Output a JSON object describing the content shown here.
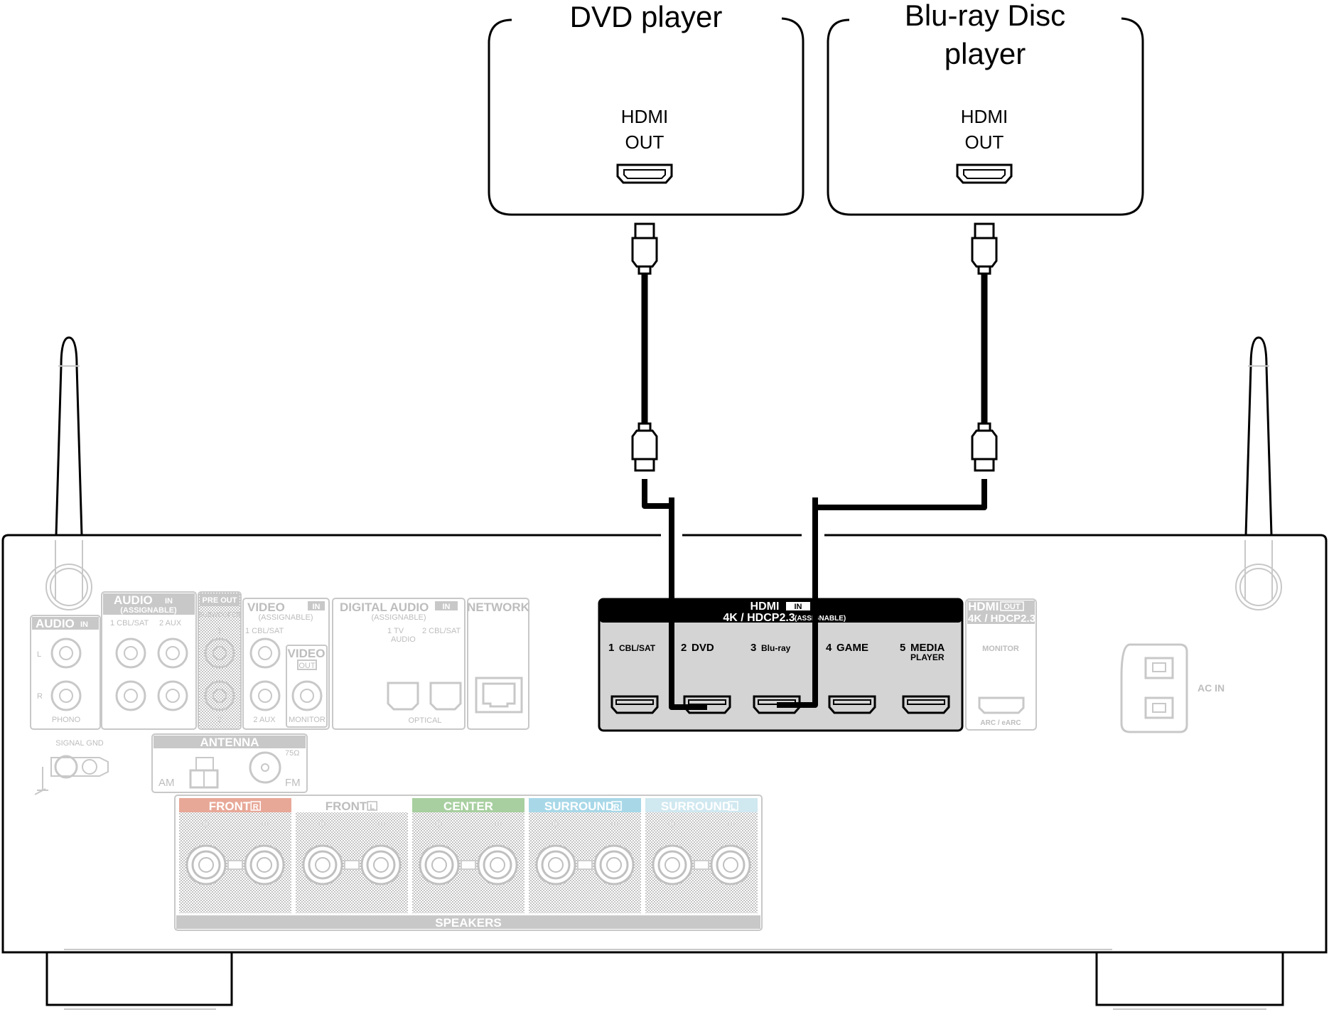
{
  "devices": {
    "dvd": {
      "title": "DVD player",
      "port_line1": "HDMI",
      "port_line2": "OUT"
    },
    "bluray": {
      "title_line1": "Blu-ray Disc",
      "title_line2": "player",
      "port_line1": "HDMI",
      "port_line2": "OUT"
    }
  },
  "receiver": {
    "hdmi_in": {
      "header": "HDMI",
      "in_badge": "IN",
      "spec": "4K / HDCP2.3",
      "assignable": "(ASSIGNABLE)",
      "ports": [
        {
          "num": "1",
          "label": "CBL/SAT"
        },
        {
          "num": "2",
          "label": "DVD"
        },
        {
          "num": "3",
          "label": "Blu-ray"
        },
        {
          "num": "4",
          "label": "GAME"
        },
        {
          "num": "5",
          "label": "MEDIA",
          "label2": "PLAYER"
        }
      ]
    },
    "hdmi_out": {
      "header": "HDMI",
      "out_badge": "OUT",
      "spec": "4K / HDCP2.3",
      "monitor": "MONITOR",
      "arc": "ARC / eARC"
    },
    "ac_in": "AC IN",
    "audio_in": {
      "title": "AUDIO",
      "badge": "IN",
      "l": "L",
      "r": "R",
      "phono": "PHONO"
    },
    "audio_in_assignable": {
      "title": "AUDIO",
      "badge": "IN",
      "sub": "(ASSIGNABLE)",
      "in1": "1 CBL/SAT",
      "in2": "2 AUX"
    },
    "pre_out": {
      "title": "PRE OUT",
      "sub": "SUBWOOFER",
      "n1": "1",
      "n2": "2"
    },
    "video_in": {
      "title": "VIDEO",
      "badge": "IN",
      "sub": "(ASSIGNABLE)",
      "in1": "1 CBL/SAT",
      "in2": "2 AUX"
    },
    "video_out": {
      "title": "VIDEO",
      "badge": "OUT",
      "monitor": "MONITOR"
    },
    "digital_audio": {
      "title": "DIGITAL AUDIO",
      "badge": "IN",
      "sub": "(ASSIGNABLE)",
      "in1a": "1 TV",
      "in1b": "AUDIO",
      "in2": "2 CBL/SAT",
      "optical": "OPTICAL"
    },
    "network": "NETWORK",
    "signal_gnd": "SIGNAL GND",
    "antenna": {
      "title": "ANTENNA",
      "am": "AM",
      "fm": "FM",
      "ohm": "75Ω"
    },
    "speakers": {
      "title": "SPEAKERS",
      "channels": [
        {
          "label": "FRONT",
          "side": "R",
          "color": "#e8a898"
        },
        {
          "label": "FRONT",
          "side": "L",
          "color": "#ffffff"
        },
        {
          "label": "CENTER",
          "side": "",
          "color": "#a8cfa0"
        },
        {
          "label": "SURROUND",
          "side": "R",
          "color": "#a8d8e8"
        },
        {
          "label": "SURROUND",
          "side": "L",
          "color": "#d0e8f0"
        }
      ],
      "plus": "+",
      "minus": "−"
    }
  },
  "colors": {
    "line": "#000000",
    "panel_grey": "#bdbdbd",
    "hdmi_panel": "#d4d4d4"
  }
}
